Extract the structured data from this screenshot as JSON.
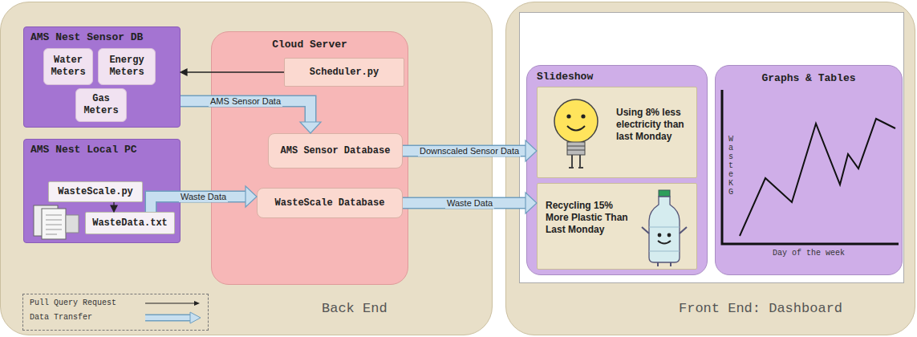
{
  "diagram": {
    "nodes": [
      {
        "text": [
          "Back End"
        ]
      },
      {
        "text": [
          "AMS Nest Sensor DB"
        ],
        "in": 0
      },
      {
        "text": [
          "Water Meters"
        ],
        "in": 1
      },
      {
        "text": [
          "Energy Meters"
        ],
        "in": 1
      },
      {
        "text": [
          "Gas Meters"
        ],
        "in": 1
      },
      {
        "text": [
          "AMS Nest Local PC"
        ],
        "in": 0
      },
      {
        "text": [
          "WasteScale.py"
        ],
        "in": 5
      },
      {
        "text": [
          "WasteData.txt"
        ],
        "in": 5
      },
      {
        "text": [
          "Cloud Server"
        ],
        "in": 0
      },
      {
        "text": [
          "Scheduler.py"
        ],
        "in": 8
      },
      {
        "text": [
          "AMS Sensor Database"
        ],
        "in": 8
      },
      {
        "text": [
          "WasteScale Database"
        ],
        "in": 8
      },
      {
        "text": [
          "Front End: Dashboard"
        ]
      },
      {
        "text": [
          "Slideshow"
        ],
        "in": 12
      },
      {
        "text": [
          "Using 8% less electricity than last Monday"
        ],
        "in": 13
      },
      {
        "text": [
          "Recycling 15% More Plastic Than Last Monday"
        ],
        "in": 13
      },
      {
        "text": [
          "Graphs & Tables"
        ],
        "in": 12
      }
    ],
    "edges": [
      {
        "from": 9,
        "to": 1,
        "arrow": "to"
      },
      {
        "from": 1,
        "to": 10,
        "label": "AMS Sensor Data",
        "arrow": "to"
      },
      {
        "from": 6,
        "to": 7,
        "arrow": "to"
      },
      {
        "from": 7,
        "to": 11,
        "label": "Waste Data",
        "arrow": "to"
      },
      {
        "from": 10,
        "to": 14,
        "label": "Downscaled Sensor Data",
        "arrow": "to"
      },
      {
        "from": 11,
        "to": 15,
        "label": "Waste Data",
        "arrow": "to"
      }
    ],
    "labels": [
      "Waste KG",
      "Day of the week"
    ],
    "legend": [
      {
        "text": "Pull Query Request"
      },
      {
        "text": "Data Transfer"
      }
    ]
  }
}
